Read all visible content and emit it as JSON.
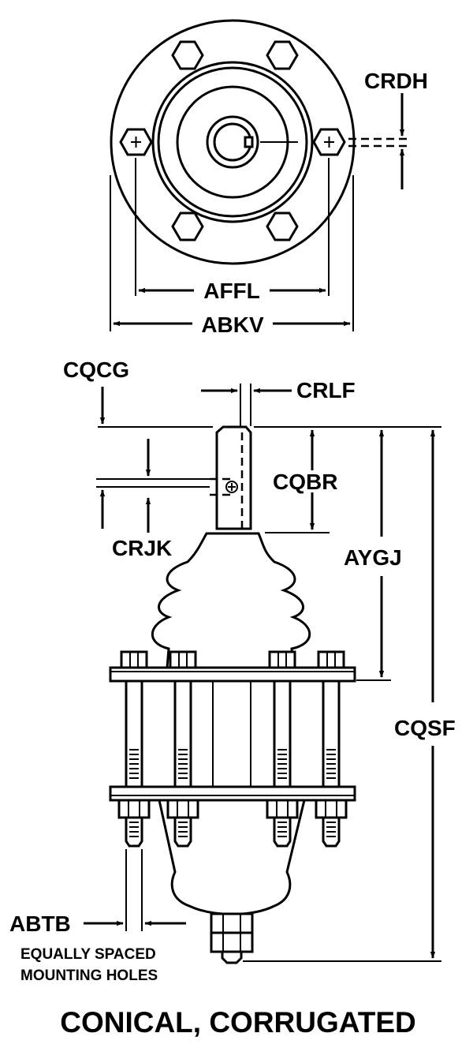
{
  "labels": {
    "crdh": "CRDH",
    "affl": "AFFL",
    "abkv": "ABKV",
    "cqcg": "CQCG",
    "crlf": "CRLF",
    "cqbr": "CQBR",
    "crjk": "CRJK",
    "aygj": "AYGJ",
    "cqsf": "CQSF",
    "abtb": "ABTB",
    "note_line1": "EQUALLY SPACED",
    "note_line2": "MOUNTING HOLES",
    "title": "CONICAL, CORRUGATED"
  }
}
